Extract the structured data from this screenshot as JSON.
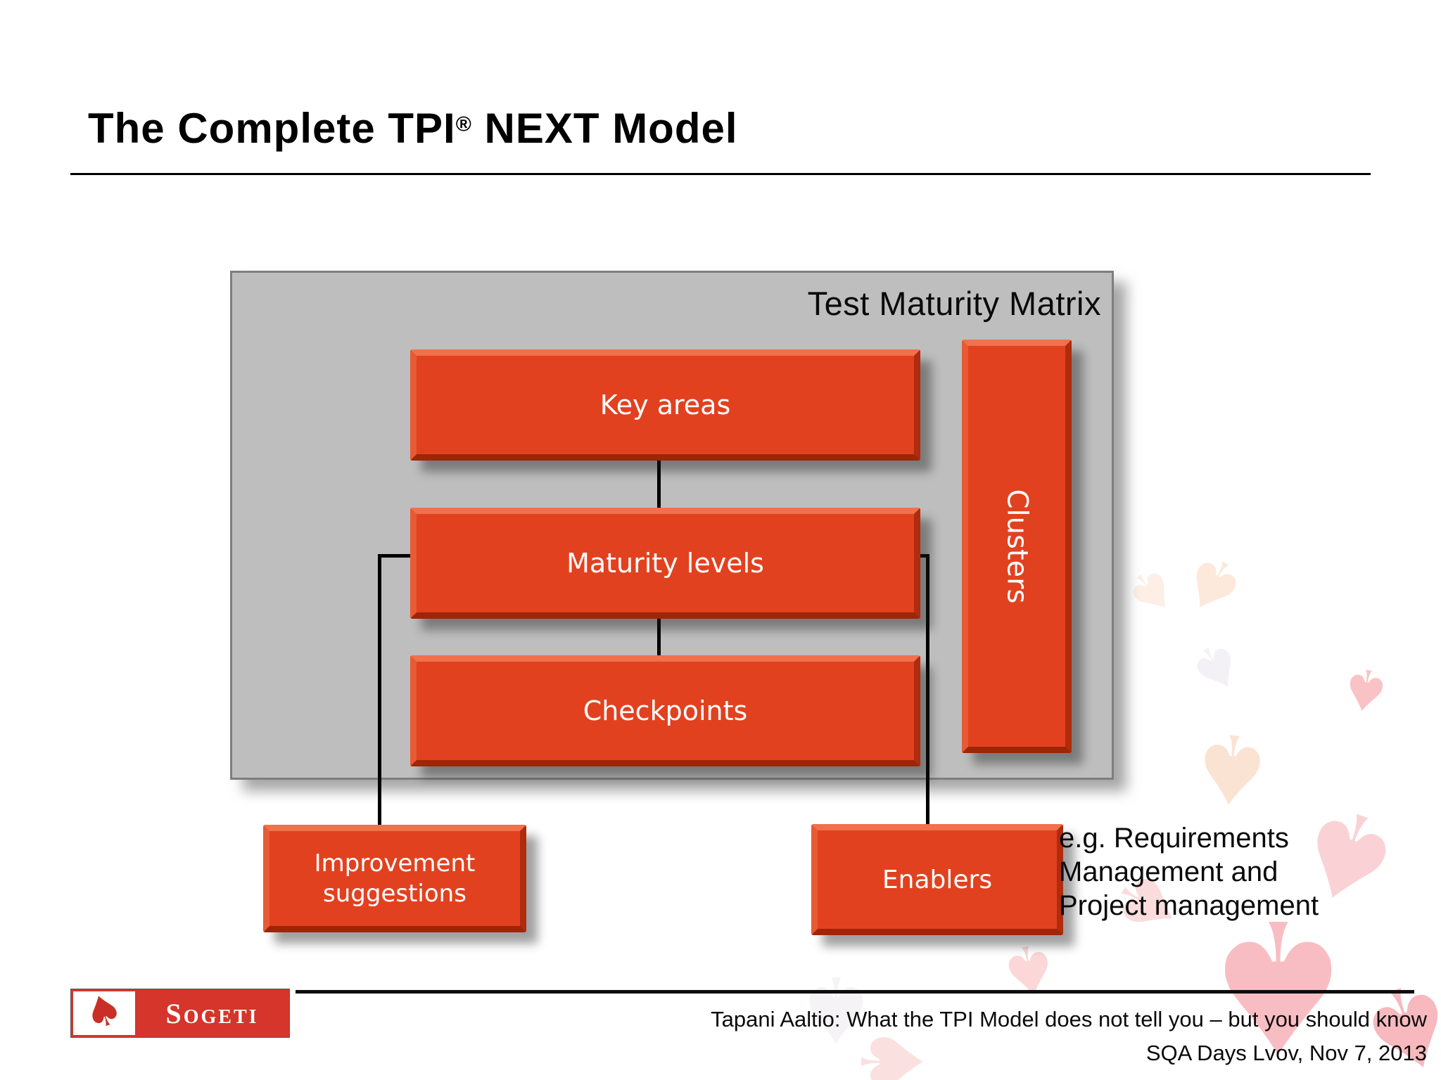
{
  "slide_title": {
    "pre": "The Complete TPI",
    "reg": "®",
    "post": " NEXT Model"
  },
  "matrix": {
    "label": "Test Maturity Matrix",
    "boxes": {
      "key_areas": "Key areas",
      "maturity_levels": "Maturity levels",
      "checkpoints": "Checkpoints",
      "clusters": "Clusters"
    }
  },
  "external_boxes": {
    "improvement_suggestions": "Improvement suggestions",
    "enablers": "Enablers"
  },
  "annotation": {
    "lines": [
      "e.g. Requirements",
      "Management and",
      "Project management"
    ]
  },
  "footer": {
    "logo_text": "Sogeti",
    "credit": "Tapani Aaltio: What the TPI Model does not tell you – but you should know",
    "event": "SQA Days Lvov, Nov 7, 2013"
  },
  "icons": {
    "spade": "♠"
  },
  "colors": {
    "box_red": "#E2411F",
    "panel_gray": "#BEBEBE",
    "logo_red": "#D5352B",
    "line_black": "#000000"
  }
}
